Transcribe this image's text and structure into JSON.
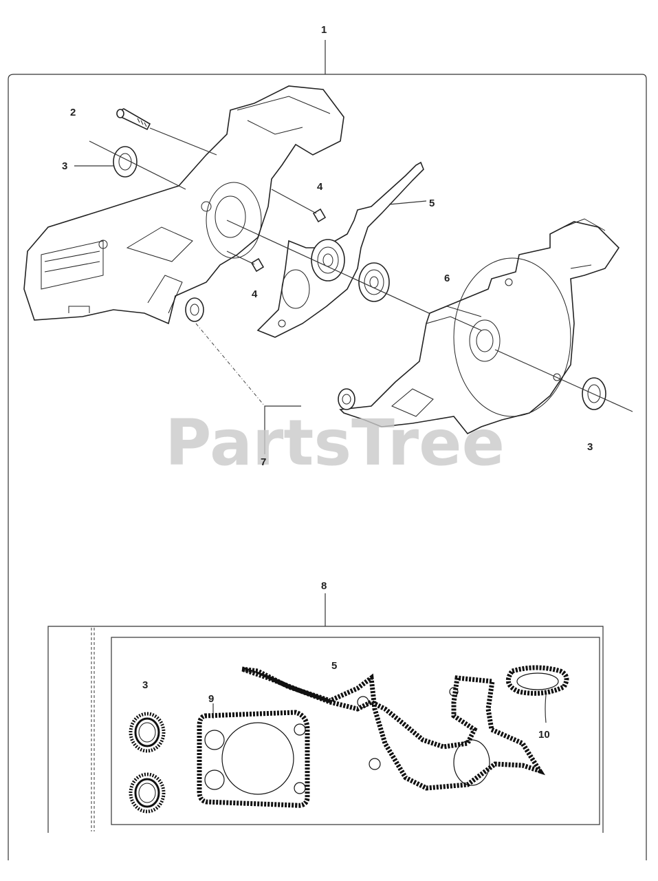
{
  "watermark": "PartsTree",
  "callouts": {
    "c1": "1",
    "c2": "2",
    "c3a": "3",
    "c4a": "4",
    "c5a": "5",
    "c6": "6",
    "c4b": "4",
    "c3b": "3",
    "c7": "7",
    "c8": "8",
    "c3c": "3",
    "c5b": "5",
    "c9": "9",
    "c10": "10"
  }
}
